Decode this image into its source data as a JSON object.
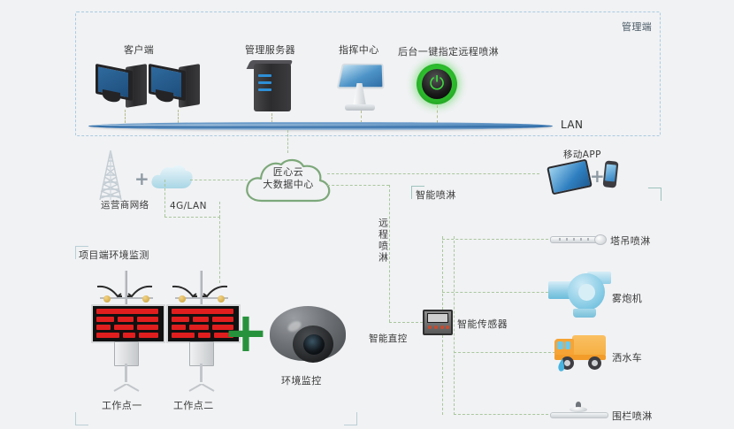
{
  "diagram": {
    "background_color": "#f1f2f4",
    "accent_green": "#27923c",
    "line_color": "#a9c79c",
    "dash_box_color": "#a9cbe0",
    "bracket_color": "#9dc3bd"
  },
  "management_zone": {
    "title": "管理端",
    "network_bar_label": "LAN",
    "nodes": [
      {
        "label": "客户端",
        "icon": "desktop-pc-icon"
      },
      {
        "label": "",
        "icon": "desktop-pc-icon"
      },
      {
        "label": "管理服务器",
        "icon": "server-rack-icon"
      },
      {
        "label": "指挥中心",
        "icon": "kiosk-display-icon"
      },
      {
        "label": "后台一键指定远程喷淋",
        "icon": "power-button-icon"
      }
    ]
  },
  "network_layer": {
    "operator_label": "运营商网络",
    "operator_icons": [
      "cell-tower-icon",
      "plus-icon",
      "cloud-icon"
    ],
    "link_label": "4G/LAN",
    "cloud": {
      "line1": "匠心云",
      "line2": "大数据中心"
    },
    "mobile": {
      "label": "移动APP",
      "icons": [
        "tablet-icon",
        "plus-icon",
        "smartphone-icon"
      ]
    }
  },
  "project_zone": {
    "title": "项目端环境监测",
    "stations": [
      {
        "label": "工作点一",
        "icon": "environment-monitoring-station-icon"
      },
      {
        "label": "工作点二",
        "icon": "environment-monitoring-station-icon"
      }
    ],
    "plus": "+",
    "camera": {
      "label": "环境监控",
      "icon": "dome-camera-icon"
    }
  },
  "spray_zone": {
    "title": "智能喷淋",
    "remote_label": "远程喷淋",
    "direct_label": "智能直控",
    "sensor_label": "智能传感器",
    "devices": [
      {
        "label": "塔吊喷淋",
        "icon": "tower-crane-sprinkler-icon"
      },
      {
        "label": "雾炮机",
        "icon": "fog-cannon-icon"
      },
      {
        "label": "洒水车",
        "icon": "water-truck-icon"
      },
      {
        "label": "围栏喷淋",
        "icon": "fence-sprinkler-icon"
      }
    ]
  },
  "glyphs": {
    "power": "⏻",
    "plus": "+"
  }
}
